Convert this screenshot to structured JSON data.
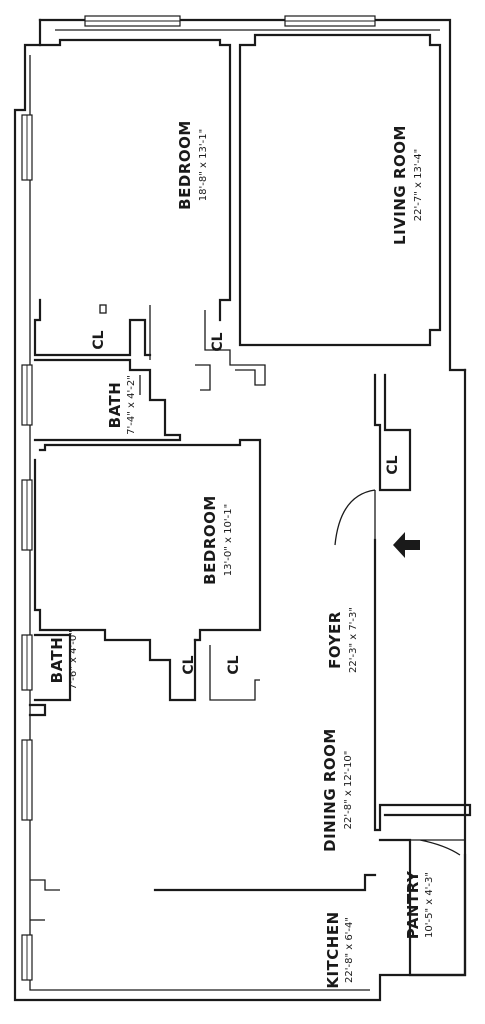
{
  "rooms": {
    "bedroom1": {
      "name": "BEDROOM",
      "dim": "18'-8\" x 13'-1\""
    },
    "living": {
      "name": "LIVING ROOM",
      "dim": "22'-7\" x 13'-4\""
    },
    "bath1": {
      "name": "BATH",
      "dim": "7'-4\" x 4'-2\""
    },
    "bedroom2": {
      "name": "BEDROOM",
      "dim": "13'-0\" x 10'-1\""
    },
    "bath2": {
      "name": "BATH",
      "dim": "7'-6\" x 4'-0\""
    },
    "foyer": {
      "name": "FOYER",
      "dim": "22'-3\" x 7'-3\""
    },
    "dining": {
      "name": "DINING ROOM",
      "dim": "22'-8\" x 12'-10\""
    },
    "pantry": {
      "name": "PANTRY",
      "dim": "10'-5\" x 4'-3\""
    },
    "kitchen": {
      "name": "KITCHEN",
      "dim": "22'-8\" x 6'-4\""
    }
  },
  "closets": [
    "CL",
    "CL",
    "CL",
    "CL",
    "CL"
  ],
  "entrance_arrow": "arrow-icon"
}
